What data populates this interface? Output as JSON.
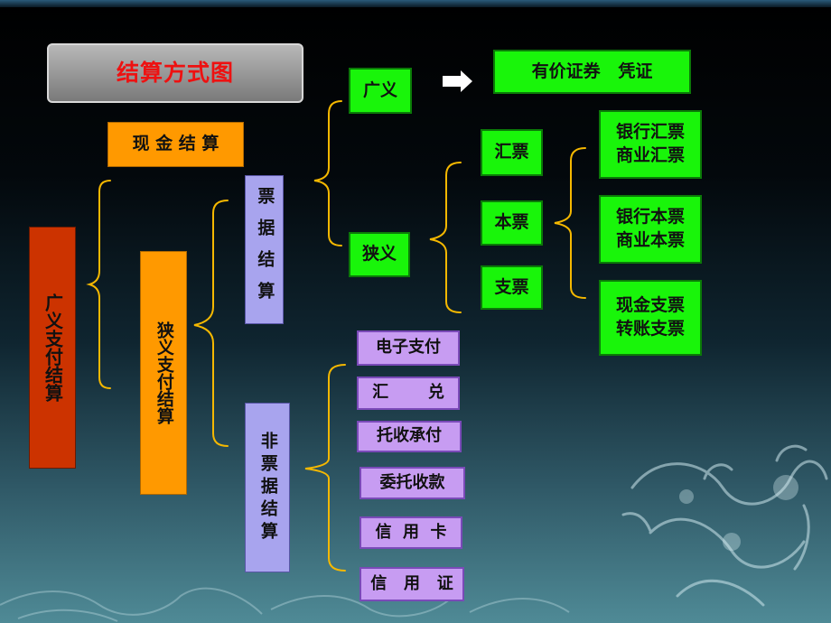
{
  "title": "结算方式图",
  "broad_payment": "广义支付结算",
  "cash_settlement": "现 金 结 算",
  "narrow_payment": "狭义支付结算",
  "bill_settlement": "票据结算",
  "non_bill_settlement": "非票据结算",
  "broad": "广义",
  "narrow": "狭义",
  "broad_result": "有价证券   凭证",
  "bill_types": [
    "汇票",
    "本票",
    "支票"
  ],
  "bill_subtypes": [
    [
      "银行汇票",
      "商业汇票"
    ],
    [
      "银行本票",
      "商业本票"
    ],
    [
      "现金支票",
      "转账支票"
    ]
  ],
  "non_bill_items": [
    "电子支付",
    "汇       兑",
    "托收承付",
    "委托收款",
    "信  用  卡",
    "信   用   证"
  ],
  "colors": {
    "green": "#19f50a",
    "orange": "#ff9900",
    "red": "#cc3300",
    "lavender": "#a8a4ee",
    "violet": "#c79cf2",
    "bracket": "#f5b800",
    "title_text": "#ee1111"
  },
  "icons": [
    "arrow-right-icon",
    "dragon-decoration-icon"
  ]
}
